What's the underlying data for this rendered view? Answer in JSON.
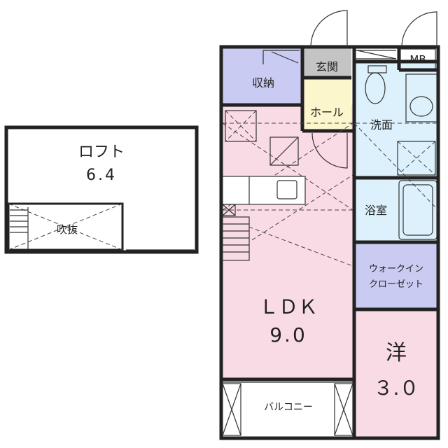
{
  "colors": {
    "ldk": "#f9dbe6",
    "storage": "#c9cbf2",
    "hall": "#fcf6cc",
    "entrance": "#c4c4c4",
    "water": "#dcf1fb",
    "walkin": "#c9cbf2",
    "western": "#f9dbe6",
    "loft": "#ffffff"
  },
  "rooms": {
    "loft_name": "ロフト",
    "loft_size": "6.4",
    "void": "吹抜",
    "storage": "収納",
    "entrance": "玄関",
    "hall": "ホール",
    "washroom": "洗面",
    "bath": "浴室",
    "mb": "MB",
    "walkin_line1": "ウォークイン",
    "walkin_line2": "クローゼット",
    "ldk_name": "ＬＤＫ",
    "ldk_size": "9.0",
    "western_name": "洋",
    "western_size": "３.０",
    "balcony": "バルコニー"
  }
}
